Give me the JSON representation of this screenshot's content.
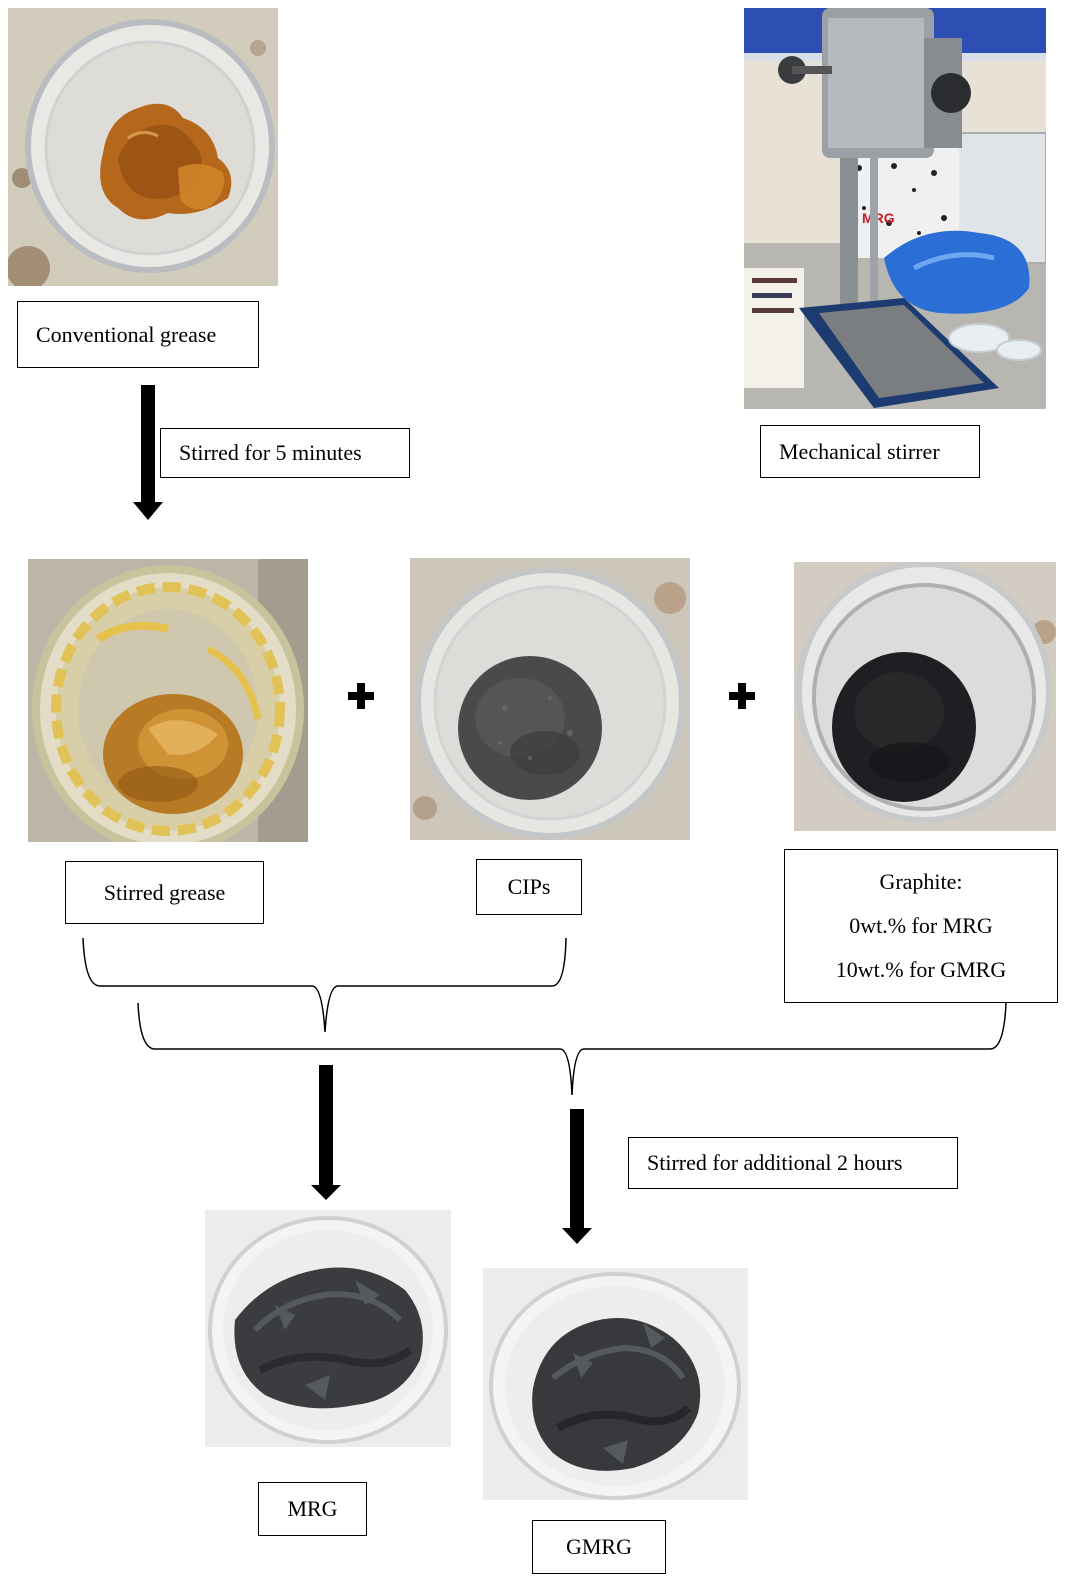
{
  "labels": {
    "conventional_grease": "Conventional grease",
    "stirred_5min": "Stirred for 5 minutes",
    "mechanical_stirrer": "Mechanical stirrer",
    "stirred_grease": "Stirred grease",
    "cips": "CIPs",
    "graphite_title": "Graphite:",
    "graphite_mrg": "0wt.% for MRG",
    "graphite_gmrg": "10wt.% for GMRG",
    "stirred_2h": "Stirred for additional 2 hours",
    "mrg": "MRG",
    "gmrg": "GMRG"
  },
  "photos": {
    "conventional_grease": "photo-conventional-grease",
    "mechanical_stirrer": "photo-mechanical-stirrer",
    "stirred_grease": "photo-stirred-grease",
    "cips": "photo-cips-powder",
    "graphite": "photo-graphite-powder",
    "mrg": "photo-mrg",
    "gmrg": "photo-gmrg"
  },
  "icons": {
    "plus_1": "plus-icon",
    "plus_2": "plus-icon"
  },
  "colors": {
    "arrow": "#000000",
    "grease_amber": "#b5671c",
    "powder_gray": "#4a4a4c",
    "graphite_black": "#1e1f22",
    "stirrer_blue": "#2b6fd6"
  }
}
